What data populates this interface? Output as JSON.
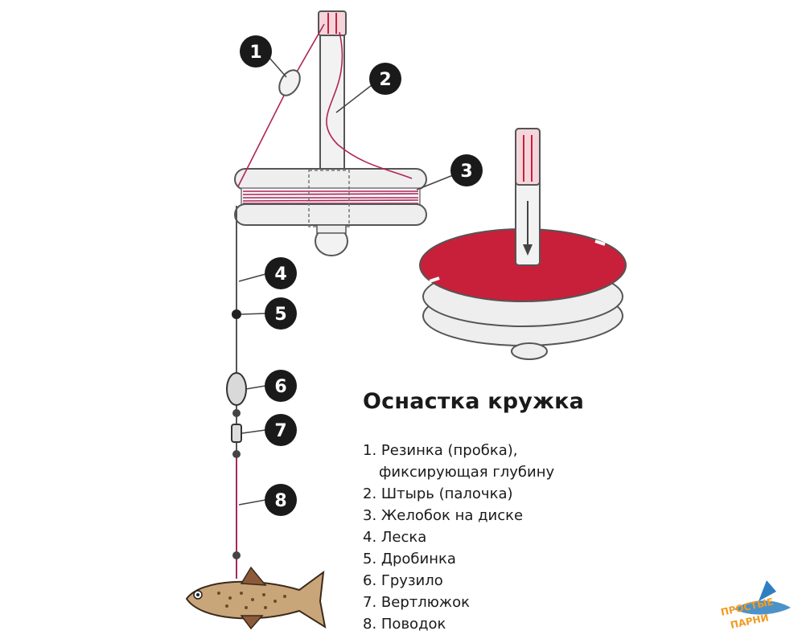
{
  "title": "Оснастка кружка",
  "callouts": [
    "1",
    "2",
    "3",
    "4",
    "5",
    "6",
    "7",
    "8"
  ],
  "legend": [
    {
      "first": "1. Резинка (пробка),",
      "second": "фиксирующая глубину"
    },
    {
      "first": "2. Штырь (палочка)"
    },
    {
      "first": "3. Желобок на диске"
    },
    {
      "first": "4. Леска"
    },
    {
      "first": "5. Дробинка"
    },
    {
      "first": "6. Грузило"
    },
    {
      "first": "7. Вертлюжок"
    },
    {
      "first": "8. Поводок"
    }
  ],
  "logo_text": [
    "ПРОСТЫЕ",
    "ПАРНИ"
  ],
  "colors": {
    "disk_red": "#c8203a",
    "line_pink": "#b0245a",
    "badge": "#1a1a1a",
    "disk_white": "#eeeeee",
    "fish": "#8c6b4a",
    "logo_orange": "#f29a1f",
    "logo_blue": "#2d7fc1"
  }
}
